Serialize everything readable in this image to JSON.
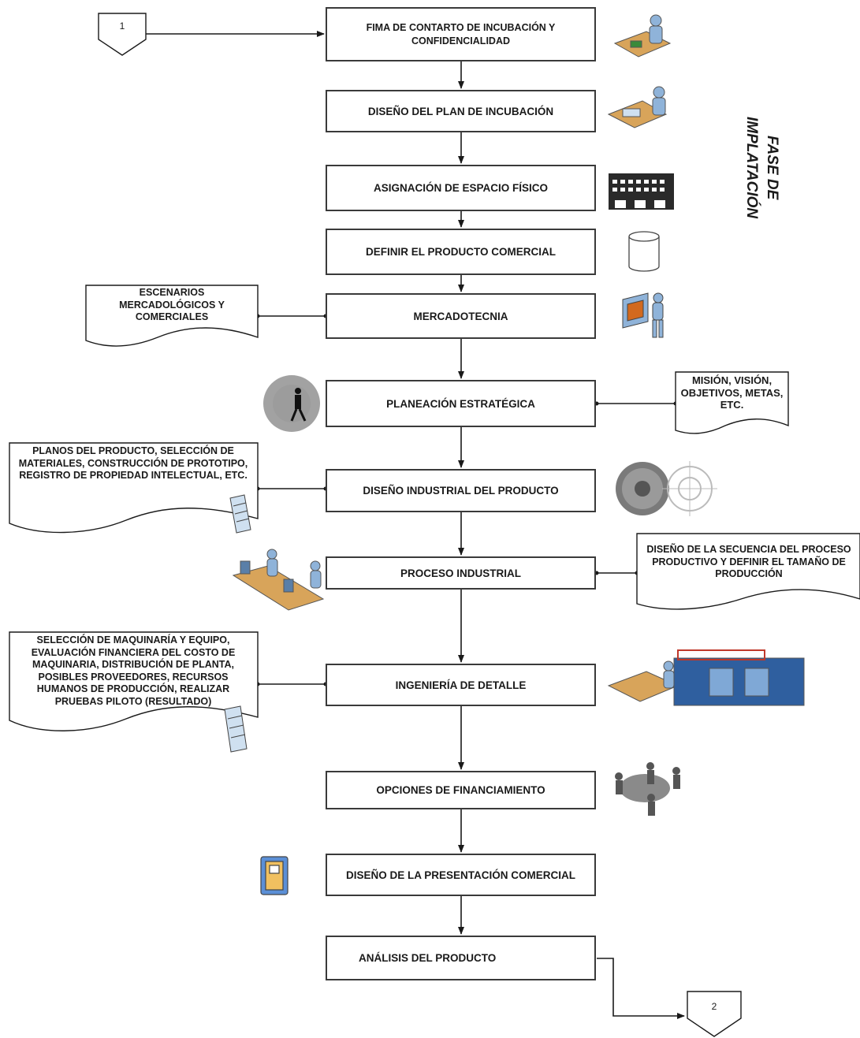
{
  "connectors": {
    "start": "1",
    "end": "2"
  },
  "phase_label": "FASE DE IMPLATACIÓN",
  "steps": [
    "FIMA DE CONTARTO DE INCUBACIÓN Y CONFIDENCIALIDAD",
    "DISEÑO DEL PLAN DE INCUBACIÓN",
    "ASIGNACIÓN DE ESPACIO FÍSICO",
    "DEFINIR EL PRODUCTO COMERCIAL",
    "MERCADOTECNIA",
    "PLANEACIÓN ESTRATÉGICA",
    "DISEÑO INDUSTRIAL DEL PRODUCTO",
    "PROCESO INDUSTRIAL",
    "INGENIERÍA DE DETALLE",
    "OPCIONES DE FINANCIAMIENTO",
    "DISEÑO DE LA PRESENTACIÓN COMERCIAL",
    "ANÁLISIS DEL PRODUCTO"
  ],
  "notes": {
    "mercadotecnia": "ESCENARIOS MERCADOLÓGICOS Y COMERCIALES",
    "planeacion": "MISIÓN, VISIÓN, OBJETIVOS, METAS, ETC.",
    "diseno_industrial": "PLANOS DEL PRODUCTO, SELECCIÓN DE MATERIALES, CONSTRUCCIÓN DE PROTOTIPO, REGISTRO DE PROPIEDAD INTELECTUAL, ETC.",
    "proceso_industrial": "DISEÑO DE LA SECUENCIA DEL PROCESO PRODUCTIVO Y DEFINIR EL TAMAÑO DE PRODUCCIÓN",
    "ingenieria_detalle": "SELECCIÓN DE MAQUINARÍA Y EQUIPO, EVALUACIÓN FINANCIERA DEL COSTO DE MAQUINARIA, DISTRIBUCIÓN DE PLANTA, POSIBLES PROVEEDORES, RECURSOS HUMANOS DE PRODUCCIÓN, REALIZAR PRUEBAS PILOTO (RESULTADO)"
  }
}
